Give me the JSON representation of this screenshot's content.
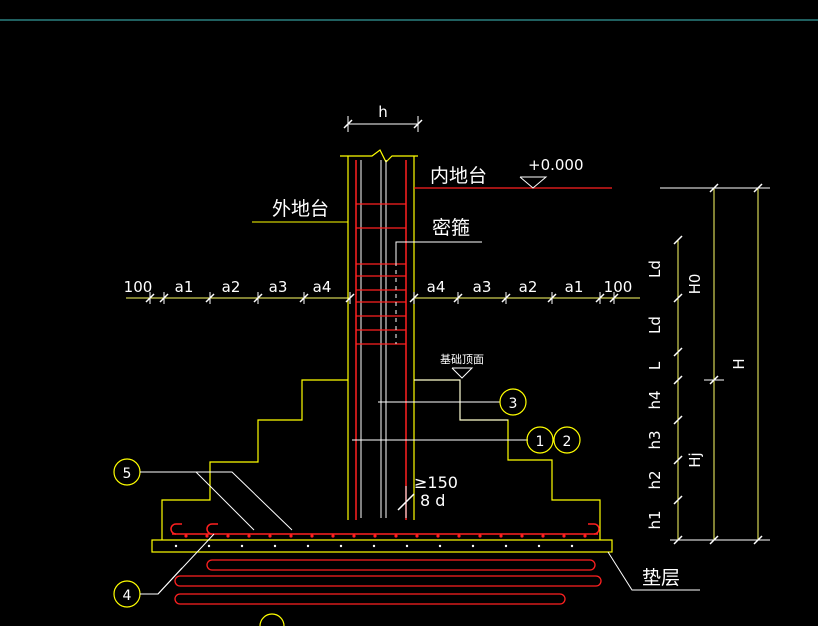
{
  "labels": {
    "h": "h",
    "elevation": "+0.000",
    "inner_ground": "内地台",
    "outer_ground": "外地台",
    "dense_stirrup": "密箍",
    "foundation_top": "基础顶面",
    "cushion": "垫层",
    "min150": "≥150",
    "d8": "8 d",
    "callout_1": "1",
    "callout_2": "2",
    "callout_3": "3",
    "callout_4": "4",
    "callout_5": "5"
  },
  "left_dims": [
    "100",
    "a1",
    "a2",
    "a3",
    "a4"
  ],
  "right_dims": [
    "a4",
    "a3",
    "a2",
    "a1",
    "100"
  ],
  "vert_dims": [
    "Ld",
    "Ld",
    "L",
    "h4",
    "h3",
    "h2",
    "h1"
  ],
  "vert_outer": [
    "H0",
    "Hj",
    "H"
  ],
  "colors": {
    "background": "#000000",
    "structure": "#ffff00",
    "rebar": "#ff2020",
    "text": "#ffffff",
    "dimension": "#ffff66",
    "grid": "#40c0c0"
  }
}
